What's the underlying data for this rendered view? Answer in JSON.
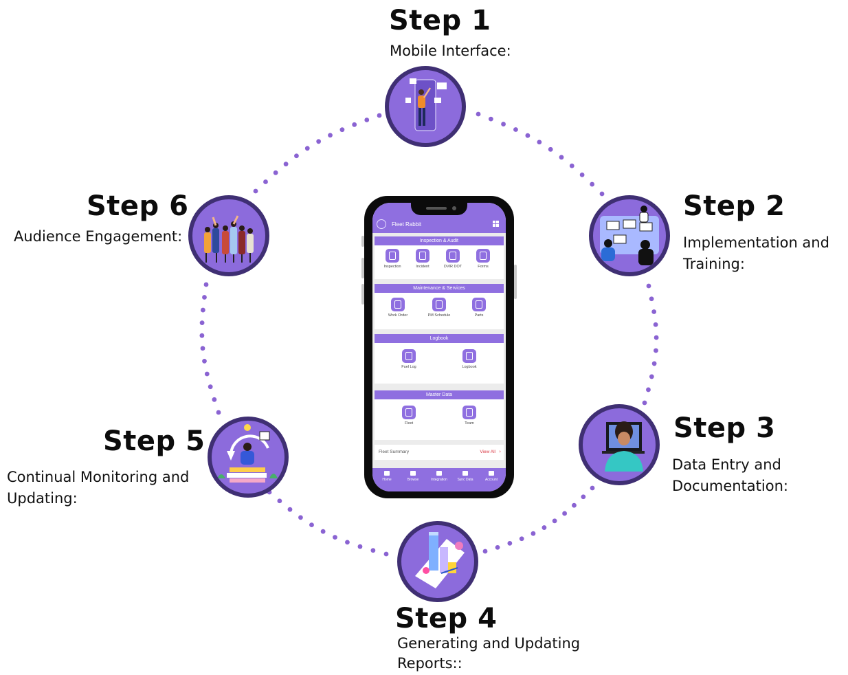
{
  "steps": [
    {
      "title": "Step 1",
      "desc": [
        "Mobile Interface:"
      ],
      "icon": "mobile-interface-person-icon"
    },
    {
      "title": "Step 2",
      "desc": [
        "Implementation and",
        " Training:"
      ],
      "icon": "training-team-icon"
    },
    {
      "title": "Step 3",
      "desc": [
        "Data Entry and",
        "Documentation:"
      ],
      "icon": "laptop-user-icon"
    },
    {
      "title": "Step 4",
      "desc": [
        "Generating and Updating",
        " Reports::"
      ],
      "icon": "report-chart-icon"
    },
    {
      "title": "Step 5",
      "desc": [
        "Continual Monitoring and",
        "Updating:"
      ],
      "icon": "monitoring-cycle-icon"
    },
    {
      "title": "Step 6",
      "desc": [
        "Audience Engagement:"
      ],
      "icon": "crowd-audience-icon"
    }
  ],
  "colors": {
    "accent": "#8c6bdc",
    "ring": "#3f2f73",
    "dots": "#8a63d2",
    "app": "#8f6fe0"
  },
  "phone": {
    "app_title": "Fleet Rabbit",
    "sections": [
      {
        "header": "Inspection & Audit",
        "items": [
          "Inspection",
          "Incident",
          "DVIR DOT",
          "Forms"
        ]
      },
      {
        "header": "Maintenance & Services",
        "items": [
          "Work Order",
          "PM Schedule",
          "Parts"
        ]
      },
      {
        "header": "Logbook",
        "items": [
          "Fuel Log",
          "Logbook"
        ]
      },
      {
        "header": "Master Data",
        "items": [
          "Fleet",
          "Team"
        ]
      }
    ],
    "summary_label": "Fleet Summary",
    "summary_link": "View All",
    "tabs": [
      "Home",
      "Browse",
      "Integration",
      "Sync Data",
      "Account"
    ]
  }
}
